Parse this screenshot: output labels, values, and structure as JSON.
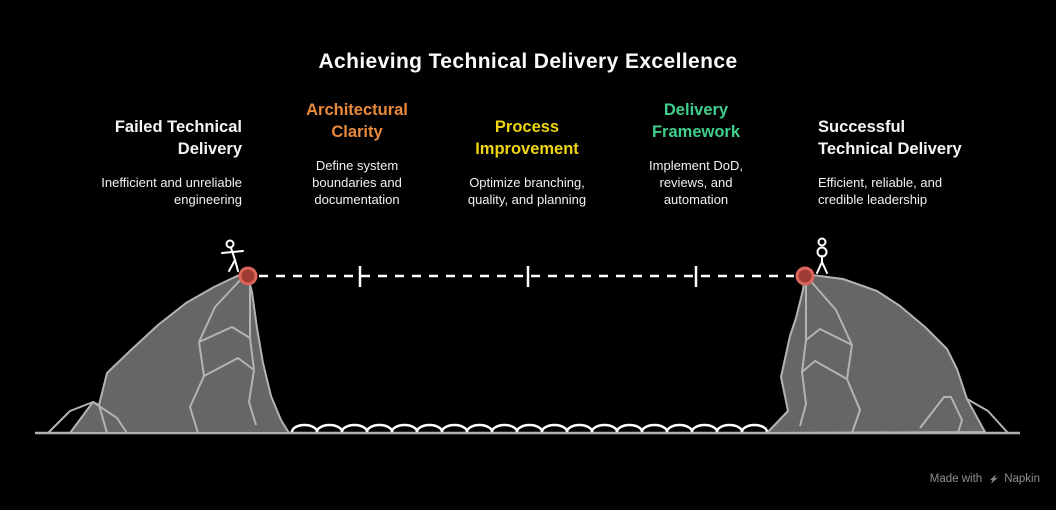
{
  "title": "Achieving Technical Delivery Excellence",
  "stages": [
    {
      "heading": "Failed Technical Delivery",
      "body": "Inefficient and unreliable engineering",
      "color": "#F5F5F5"
    },
    {
      "heading": "Architectural Clarity",
      "body": "Define system boundaries and documentation",
      "color": "#E8893B"
    },
    {
      "heading": "Process Improvement",
      "body": "Optimize branching, quality, and planning",
      "color": "#EFD414"
    },
    {
      "heading": "Delivery Framework",
      "body": "Implement DoD, reviews, and automation",
      "color": "#3FCE8C"
    },
    {
      "heading": "Successful Technical Delivery",
      "body": "Efficient, reliable, and credible leadership",
      "color": "#F5F5F5"
    }
  ],
  "scene": {
    "milestone_tick_count": 3,
    "colors": {
      "background": "#000000",
      "cliff_fill": "#666666",
      "cliff_outline": "#B3B3B3",
      "rope": "#FFFFFF",
      "anchor_ring": "#DC6458",
      "anchor_center": "#9E3B33",
      "ground_line": "#B0B0B0",
      "water_line": "#FFFFFF"
    }
  },
  "watermark": {
    "prefix": "Made with",
    "brand": "Napkin",
    "color": "#8F8F8F"
  }
}
